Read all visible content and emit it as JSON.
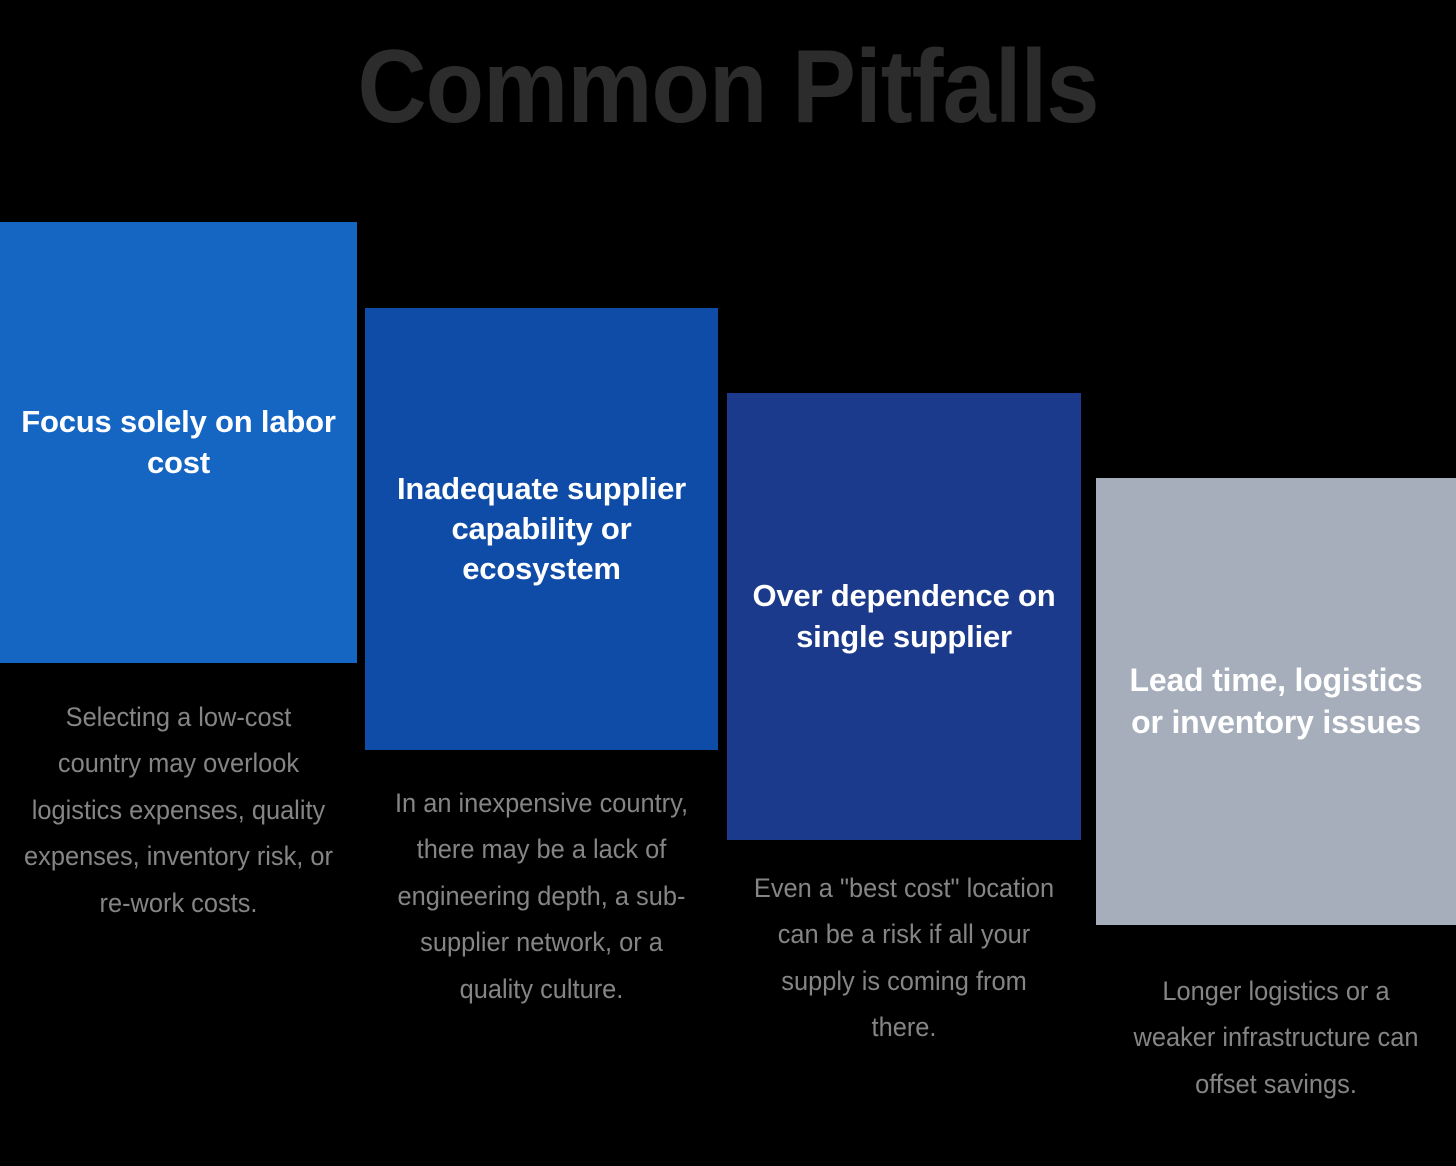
{
  "page": {
    "title": "Common Pitfalls",
    "background_color": "#000000",
    "title_color": "#2c2c2c",
    "description_color": "#858585",
    "label_color": "#ffffff"
  },
  "chart_data": {
    "type": "bar",
    "title": "Common Pitfalls",
    "xlabel": "",
    "ylabel": "",
    "grid": false,
    "legend": "none",
    "orientation": "vertical-descending-stagger",
    "categories": [
      "Focus solely on labor cost",
      "Inadequate supplier capability or ecosystem",
      "Over dependence on single supplier",
      "Lead time, logistics or inventory issues"
    ],
    "values": [
      4,
      3,
      2,
      1
    ],
    "colors": [
      "#1565C2",
      "#0F4CA8",
      "#1C3A8B",
      "#A6AEBB"
    ],
    "annotations": [
      "Selecting a low-cost country may overlook logistics expenses, quality expenses, inventory risk, or re-work costs.",
      "In an inexpensive country, there may be a lack of engineering depth, a sub- supplier network, or a quality culture.",
      "Even a \"best cost\" location can be a risk if all your supply is coming from there.",
      "Longer logistics or a weaker infrastructure can offset savings."
    ]
  },
  "pitfalls": [
    {
      "label": "Focus solely on labor cost",
      "description": "Selecting a low-cost country may overlook logistics expenses, quality expenses, inventory risk, or re-work costs.",
      "color": "#1565C2"
    },
    {
      "label": "Inadequate supplier capability or ecosystem",
      "description": "In an inexpensive country, there may be a lack of engineering depth, a sub- supplier network, or a quality culture.",
      "color": "#0F4CA8"
    },
    {
      "label": "Over dependence on single supplier",
      "description": "Even a \"best cost\" location can be a risk if all your supply is coming from there.",
      "color": "#1C3A8B"
    },
    {
      "label": "Lead time, logistics or inventory issues",
      "description": "Longer logistics or a weaker infrastructure can offset savings.",
      "color": "#A6AEBB"
    }
  ]
}
